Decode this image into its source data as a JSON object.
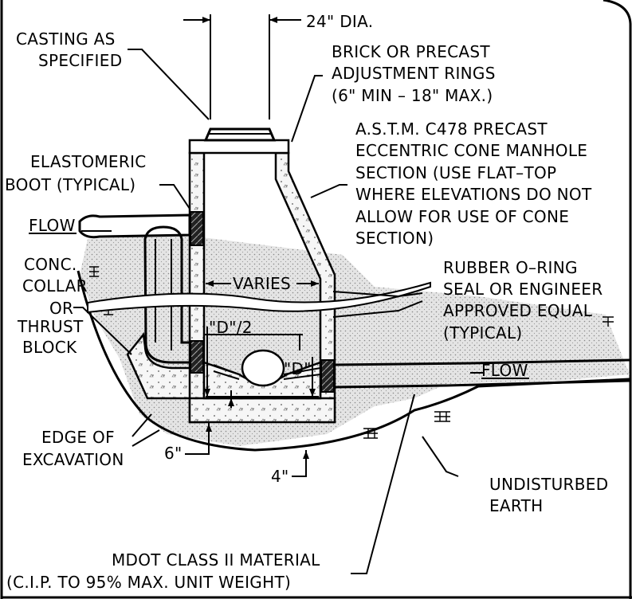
{
  "labels": {
    "dia": "24\" DIA.",
    "casting_1": "CASTING AS",
    "casting_2": "SPECIFIED",
    "rings_1": "BRICK OR PRECAST",
    "rings_2": "ADJUSTMENT RINGS",
    "rings_3": "(6\" MIN – 18\" MAX.)",
    "cone_1": "A.S.T.M. C478 PRECAST",
    "cone_2": "ECCENTRIC CONE MANHOLE",
    "cone_3": "SECTION (USE FLAT–TOP",
    "cone_4": "WHERE ELEVATIONS DO NOT",
    "cone_5": "ALLOW FOR USE OF CONE",
    "cone_6": "SECTION)",
    "boot_1": "ELASTOMERIC",
    "boot_2": "BOOT (TYPICAL)",
    "flow_in": "FLOW",
    "flow_out": "FLOW",
    "collar_1": "CONC.",
    "collar_2": "COLLAR",
    "collar_3": "OR",
    "collar_4": "THRUST",
    "collar_5": "BLOCK",
    "varies": "VARIES",
    "oring_1": "RUBBER O–RING",
    "oring_2": "SEAL OR ENGINEER",
    "oring_3": "APPROVED EQUAL",
    "oring_4": "(TYPICAL)",
    "d_half": "\"D\"/2",
    "d": "\"D\"",
    "edge_1": "EDGE OF",
    "edge_2": "EXCAVATION",
    "six_in": "6\"",
    "four_in": "4\"",
    "undist_1": "UNDISTURBED",
    "undist_2": "EARTH",
    "mdot_1": "MDOT CLASS II MATERIAL",
    "mdot_2": "(C.I.P. TO 95% MAX. UNIT WEIGHT)"
  }
}
